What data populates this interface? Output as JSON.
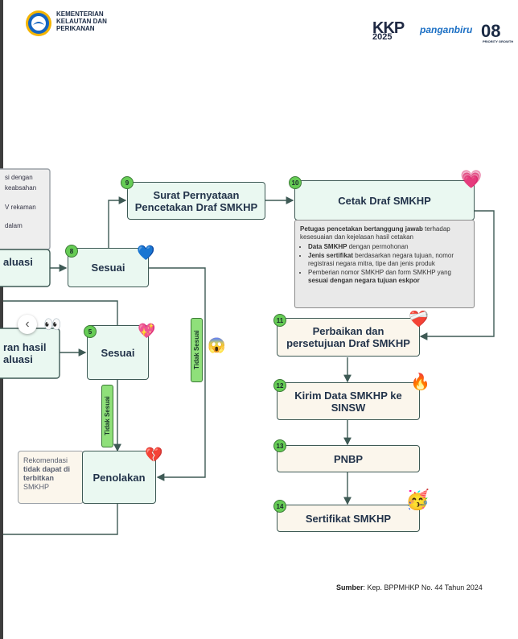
{
  "header": {
    "ministry_line1": "KEMENTERIAN",
    "ministry_line2": "KELAUTAN DAN",
    "ministry_line3": "PERIKANAN",
    "brand_kkp": "KKP",
    "brand_kkp_year": "2025",
    "brand_panganbiru": "panganbiru",
    "brand_08": "08",
    "brand_08_sub": "PRIORITY GROWTH"
  },
  "steps": {
    "s8": {
      "num": "8",
      "label": "Sesuai"
    },
    "s9": {
      "num": "9",
      "label": "Surat Pernyataan Pencetakan Draf SMKHP"
    },
    "s10": {
      "num": "10",
      "label": "Cetak Draf SMKHP"
    },
    "s5": {
      "num": "5",
      "label": "Sesuai"
    },
    "s11": {
      "num": "11",
      "label": "Perbaikan dan persetujuan Draf SMKHP"
    },
    "s12": {
      "num": "12",
      "label": "Kirim Data SMKHP ke SINSW"
    },
    "s13": {
      "num": "13",
      "label": "PNBP"
    },
    "s14": {
      "num": "14",
      "label": "Sertifikat SMKHP"
    },
    "penolakan": {
      "label": "Penolakan"
    }
  },
  "partial": {
    "evaluasi": "aluasi",
    "hasil_line1": "ran hasil",
    "hasil_line2": "aluasi",
    "note_line1": "si dengan",
    "note_line2": "keabsahan",
    "note_line3": "V rekaman",
    "note_line4": "dalam"
  },
  "tags": {
    "tidak_sesuai_a": "Tidak Sesuai",
    "tidak_sesuai_b": "Tidak Sesuai"
  },
  "rekomendasi": {
    "text1": "Rekomendasi",
    "text2": "tidak dapat di terbitkan",
    "text3": "SMKHP"
  },
  "detail": {
    "intro_bold": "Petugas pencetakan bertanggung jawab",
    "intro_rest": " terhadap kesesuaian dan kejelasan hasil cetakan",
    "b1_bold": "Data SMKHP",
    "b1_rest": " dengan permohonan",
    "b2_bold": "Jenis sertifikat",
    "b2_rest": " berdasarkan negara tujuan, nomor registrasi negara mitra, tipe dan jenis produk",
    "b3_pre": "Pemberian nomor SMKHP dan form SMKHP yang ",
    "b3_bold": "sesuai dengan negara tujuan eskpor"
  },
  "source": {
    "label": "Sumber",
    "text": ": Kep. BPPMHKP No. 44 Tahun 2024"
  },
  "colors": {
    "box_fill": "#eaf8f1",
    "box_fill_warm": "#fbf6ec",
    "step_badge": "#66cc55",
    "line": "#3e5a55"
  },
  "icons": {
    "emoji_blue_heart": "💙",
    "emoji_sparkle_heart": "💖",
    "emoji_heart_ribbon": "💗",
    "emoji_broken_heart": "💔",
    "emoji_mending_heart": "❤️‍🩹",
    "emoji_fire": "🔥",
    "emoji_party": "🥳",
    "emoji_scream": "😱",
    "emoji_eyes": "👀",
    "carousel_prev": "‹"
  }
}
